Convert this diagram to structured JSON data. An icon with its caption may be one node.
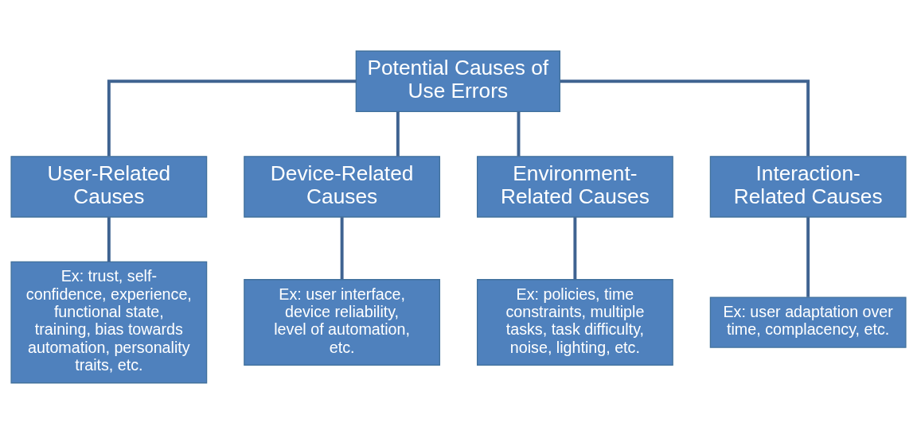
{
  "diagram": {
    "nodes": [
      {
        "text": [
          "Potential Causes of Use Errors"
        ]
      },
      {
        "text": [
          "User-Related Causes"
        ]
      },
      {
        "text": [
          "Device-Related Causes"
        ]
      },
      {
        "text": [
          "Environment-Related Causes"
        ]
      },
      {
        "text": [
          "Interaction-Related Causes"
        ]
      },
      {
        "text": [
          "Ex: trust, self-confidence, experience, functional state, training, bias towards automation, personality traits, etc."
        ]
      },
      {
        "text": [
          "Ex: user interface, device reliability, level of automation, etc."
        ]
      },
      {
        "text": [
          "Ex: policies, time constraints, multiple tasks, task difficulty, noise, lighting, etc."
        ]
      },
      {
        "text": [
          "Ex: user adaptation over time, complacency, etc."
        ]
      }
    ],
    "edges": [
      {
        "from": 0,
        "to": 1,
        "arrow": "none"
      },
      {
        "from": 0,
        "to": 2,
        "arrow": "none"
      },
      {
        "from": 0,
        "to": 3,
        "arrow": "none"
      },
      {
        "from": 0,
        "to": 4,
        "arrow": "none"
      },
      {
        "from": 1,
        "to": 5,
        "arrow": "none"
      },
      {
        "from": 2,
        "to": 6,
        "arrow": "none"
      },
      {
        "from": 3,
        "to": 7,
        "arrow": "none"
      },
      {
        "from": 4,
        "to": 8,
        "arrow": "none"
      }
    ]
  }
}
